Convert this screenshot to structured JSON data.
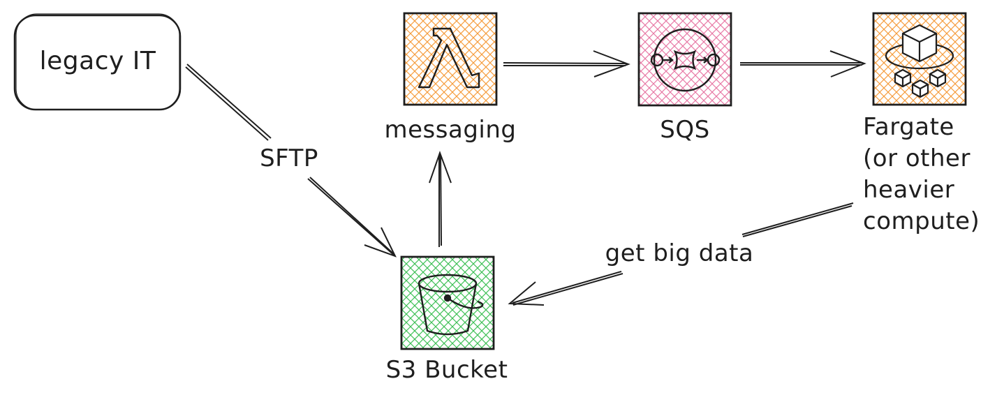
{
  "nodes": {
    "legacy": {
      "label": "legacy IT"
    },
    "lambda": {
      "label": "messaging",
      "icon": "lambda-icon",
      "color": "#f59d3e"
    },
    "sqs": {
      "label": "SQS",
      "icon": "sqs-queue-icon",
      "color": "#e87aa6"
    },
    "fargate": {
      "label_lines": [
        "Fargate",
        "(or other",
        "heavier",
        "compute)"
      ],
      "icon": "fargate-containers-icon",
      "color": "#f59d3e"
    },
    "s3": {
      "label": "S3 Bucket",
      "icon": "s3-bucket-icon",
      "color": "#40c057"
    }
  },
  "edges": {
    "sftp": {
      "label": "SFTP"
    },
    "get_big_data": {
      "label": "get big data"
    }
  },
  "colors": {
    "stroke": "#1e1e1e",
    "background": "#ffffff"
  }
}
